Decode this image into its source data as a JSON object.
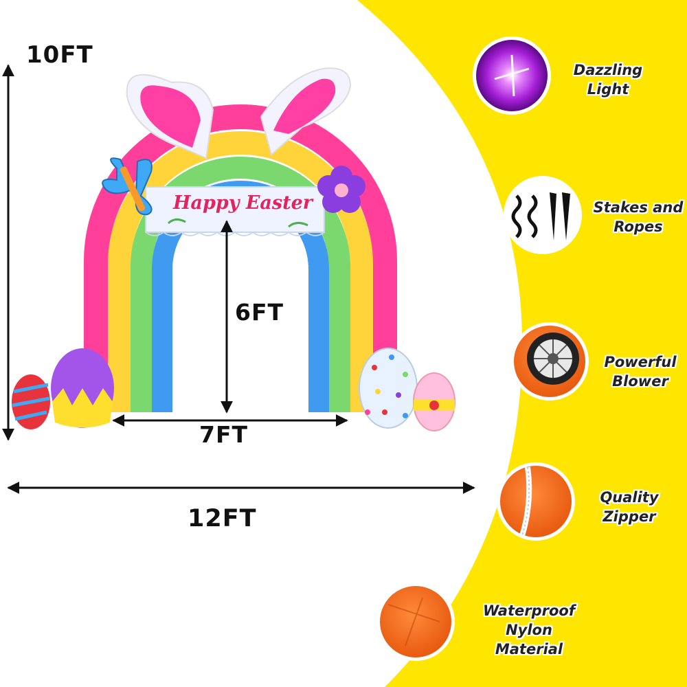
{
  "dimensions": {
    "height_total": "10FT",
    "height_inner": "6FT",
    "width_inner": "7FT",
    "width_total": "12FT"
  },
  "banner": {
    "text": "Happy Easter"
  },
  "features": [
    {
      "line1": "Dazzling",
      "line2": "Light",
      "line3": "",
      "icon": "light-icon"
    },
    {
      "line1": "Stakes and",
      "line2": "Ropes",
      "line3": "",
      "icon": "stakes-ropes-icon"
    },
    {
      "line1": "Powerful",
      "line2": "Blower",
      "line3": "",
      "icon": "blower-icon"
    },
    {
      "line1": "Quality",
      "line2": "Zipper",
      "line3": "",
      "icon": "zipper-icon"
    },
    {
      "line1": "Waterproof",
      "line2": "Nylon",
      "line3": "Material",
      "icon": "nylon-icon"
    }
  ],
  "colors": {
    "background": "#ffffff",
    "yellow_panel": "#ffe600",
    "rainbow_pink": "#ff3f9a",
    "rainbow_yellow": "#ffd43a",
    "rainbow_green": "#7bd86e",
    "rainbow_blue": "#3f9af0",
    "ear_pink": "#ff3fa3",
    "banner_text": "#e0245e",
    "arrow": "#111111"
  }
}
